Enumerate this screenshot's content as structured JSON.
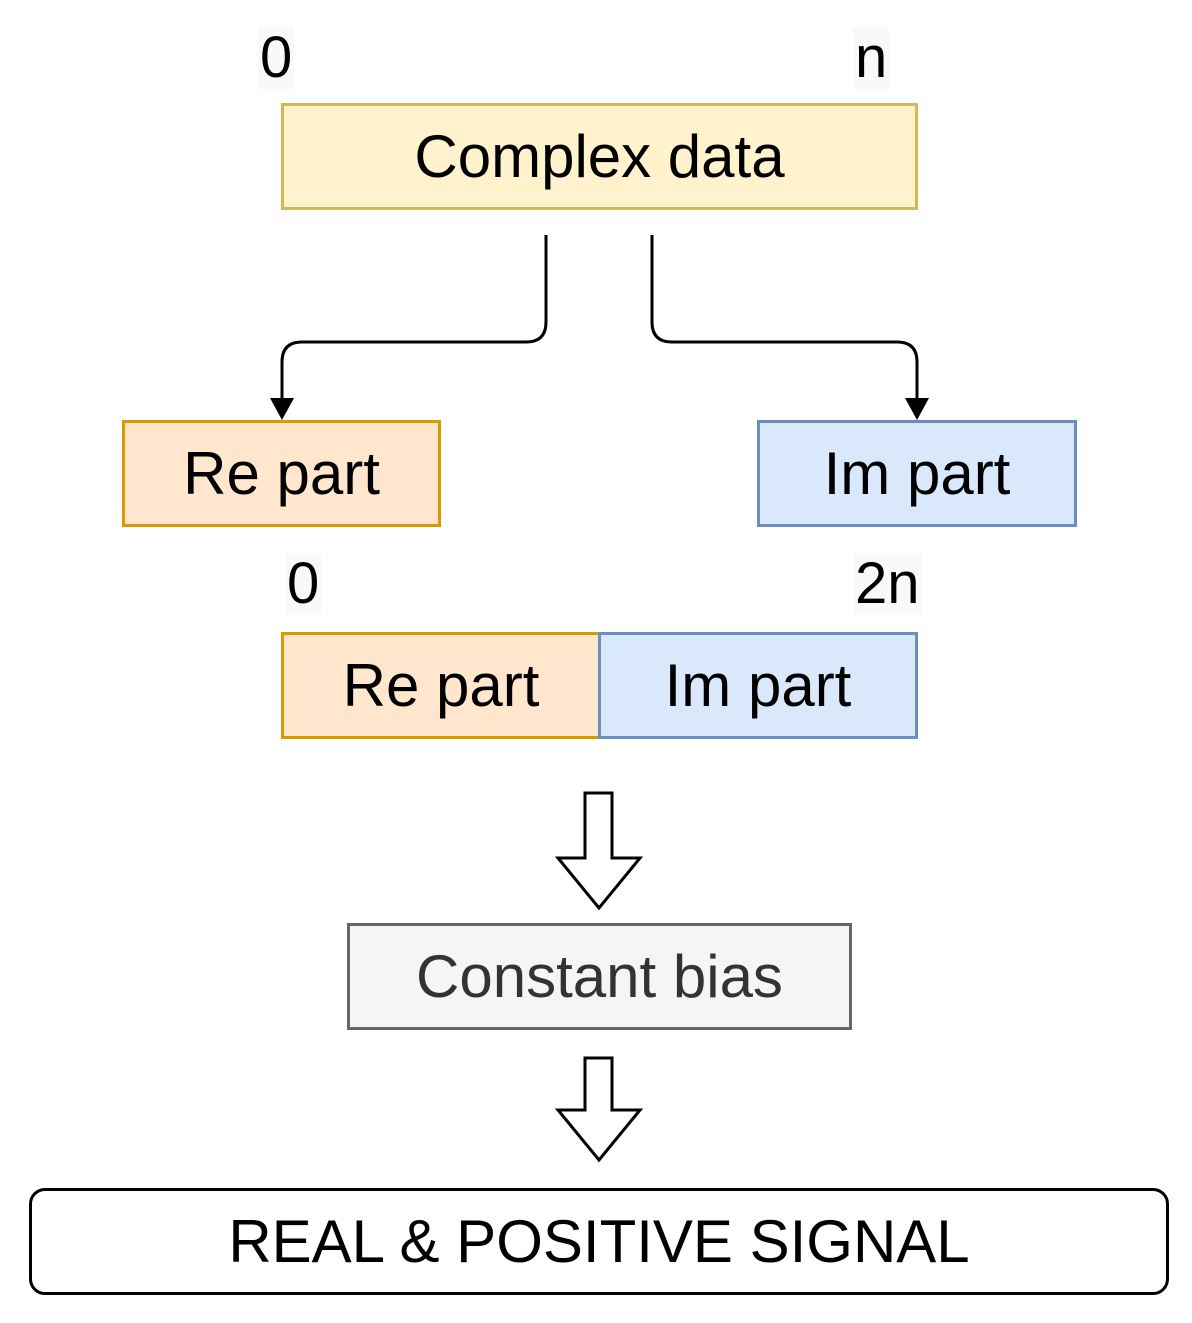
{
  "labels": {
    "top_start": "0",
    "top_end": "n",
    "bottom_start": "0",
    "bottom_end": "2n"
  },
  "boxes": {
    "complex_data": "Complex data",
    "re_part_top": "Re part",
    "im_part_top": "Im part",
    "re_part_bottom": "Re part",
    "im_part_bottom": "Im part",
    "constant_bias": "Constant bias",
    "output_signal": "REAL & POSITIVE SIGNAL"
  },
  "colors": {
    "complex_fill": "#fff2cc",
    "complex_stroke": "#d6b656",
    "re_fill": "#ffe6cc",
    "re_stroke": "#d79b00",
    "im_fill": "#dae8fc",
    "im_stroke": "#6c8ebf",
    "bias_fill": "#f5f5f5",
    "bias_stroke": "#666666"
  }
}
